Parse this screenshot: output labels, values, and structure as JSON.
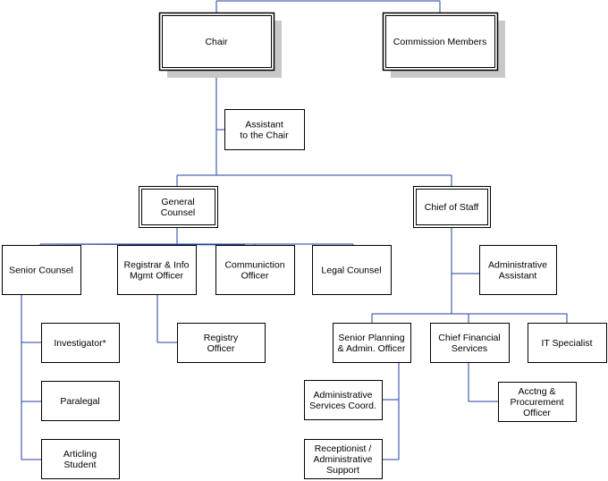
{
  "nodes": {
    "chair": [
      "Chair"
    ],
    "commission": [
      "Commission Members"
    ],
    "assistant_chair": [
      "Assistant",
      "to the Chair"
    ],
    "general_counsel": [
      "General",
      "Counsel"
    ],
    "chief_of_staff": [
      "Chief of Staff"
    ],
    "senior_counsel": [
      "Senior Counsel"
    ],
    "registrar": [
      "Registrar & Info",
      "Mgmt Officer"
    ],
    "communication": [
      "Communiction",
      "Officer"
    ],
    "legal_counsel": [
      "Legal Counsel"
    ],
    "admin_assistant": [
      "Administrative",
      "Assistant"
    ],
    "investigator": [
      "Investigator*"
    ],
    "paralegal": [
      "Paralegal"
    ],
    "articling": [
      "Articling",
      "Student"
    ],
    "registry": [
      "Registry",
      "Officer"
    ],
    "senior_planning": [
      "Senior Planning",
      "& Admin. Officer"
    ],
    "cfs": [
      "Chief Financial",
      "Services"
    ],
    "it": [
      "IT Specialist"
    ],
    "admin_services": [
      "Administrative",
      "Services Coord."
    ],
    "procurement": [
      "Acctng &",
      "Procurement",
      "Officer"
    ],
    "receptionist": [
      "Receptionist /",
      "Administrative",
      "Support"
    ]
  },
  "colors": {
    "connector": "#1f3f9f",
    "shadow": "#c8c8c8",
    "border": "#000000"
  }
}
